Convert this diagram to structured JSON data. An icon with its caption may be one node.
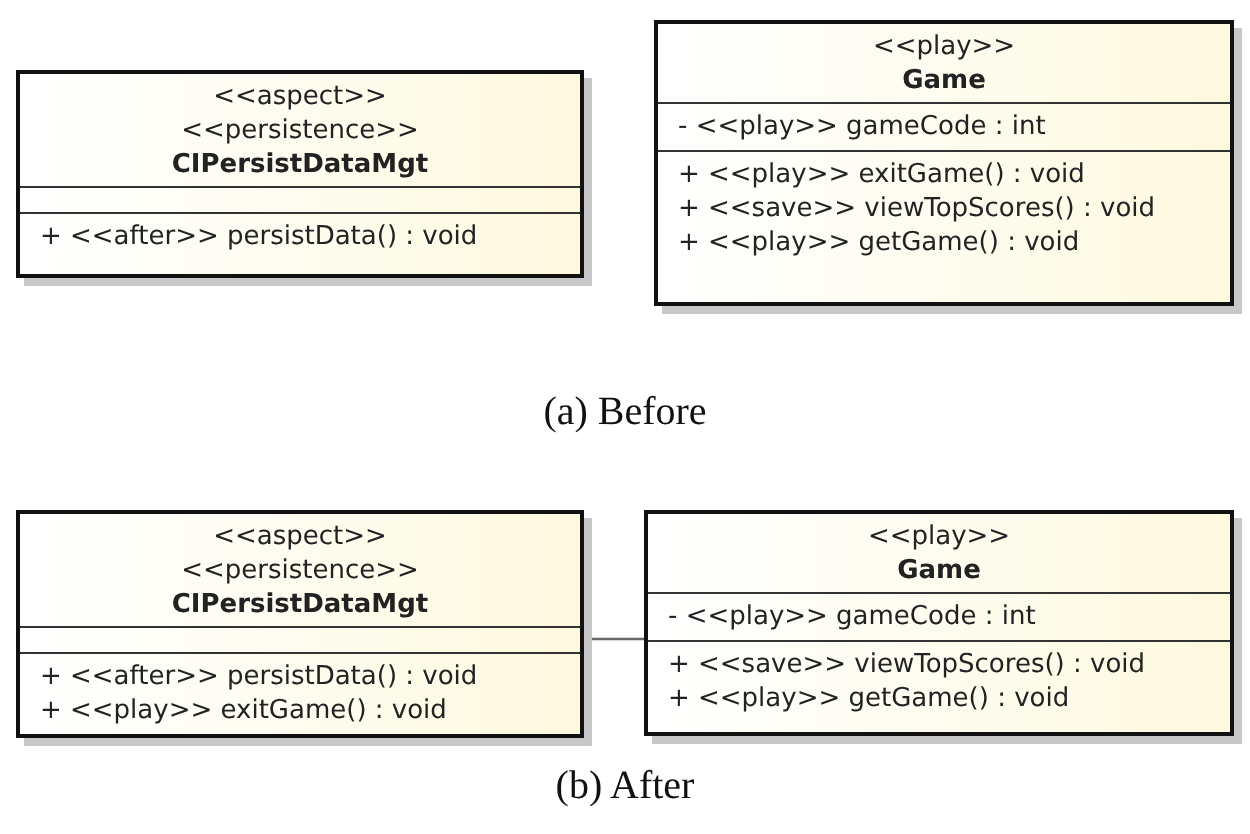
{
  "diagram": {
    "nodes": [
      {
        "text": [
          "<<aspect>>",
          "<<persistence>>",
          "CIPersistDataMgt",
          "+ <<after>> persistData() : void"
        ]
      },
      {
        "text": [
          "<<play>>",
          "Game",
          "- <<play>> gameCode : int",
          "+ <<play>> exitGame() : void",
          "+ <<save>> viewTopScores() : void",
          "+ <<play>> getGame() : void"
        ]
      },
      {
        "text": [
          "<<aspect>>",
          "<<persistence>>",
          "CIPersistDataMgt",
          "+ <<after>> persistData() : void",
          "+ <<play>> exitGame() : void"
        ]
      },
      {
        "text": [
          "<<play>>",
          "Game",
          "- <<play>> gameCode : int",
          "+ <<save>> viewTopScores() : void",
          "+ <<play>> getGame() : void"
        ]
      }
    ],
    "edges": [
      {
        "from": 2,
        "to": 3,
        "arrow": "none"
      }
    ],
    "labels": [
      "(a) Before",
      "(b) After"
    ]
  }
}
